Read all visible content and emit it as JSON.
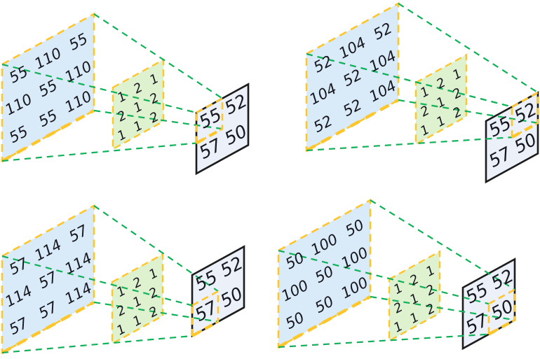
{
  "diagram": {
    "type": "convolution-receptive-field",
    "colors": {
      "input_fill": "#D9EAF8",
      "kernel_fill": "#DFF2CF",
      "output_fill": "#EBF0F9",
      "highlight": "#FFC629",
      "connector": "#0FB258",
      "outline_black": "#1C1C1C",
      "text": "#17171F"
    },
    "panels": [
      {
        "id": "top-left",
        "input": [
          [
            "55",
            "110",
            "55"
          ],
          [
            "110",
            "55",
            "110"
          ],
          [
            "55",
            "55",
            "110"
          ]
        ],
        "kernel": [
          [
            "1",
            "2",
            "1"
          ],
          [
            "2",
            "1",
            "2"
          ],
          [
            "1",
            "1",
            "2"
          ]
        ],
        "output": [
          [
            "55",
            "52"
          ],
          [
            "57",
            "50"
          ]
        ],
        "highlight": {
          "row": 0,
          "col": 0,
          "value": "55"
        }
      },
      {
        "id": "top-right",
        "input": [
          [
            "52",
            "104",
            "52"
          ],
          [
            "104",
            "52",
            "104"
          ],
          [
            "52",
            "52",
            "104"
          ]
        ],
        "kernel": [
          [
            "1",
            "2",
            "1"
          ],
          [
            "2",
            "1",
            "2"
          ],
          [
            "1",
            "1",
            "2"
          ]
        ],
        "output": [
          [
            "55",
            "52"
          ],
          [
            "57",
            "50"
          ]
        ],
        "highlight": {
          "row": 0,
          "col": 1,
          "value": "52"
        }
      },
      {
        "id": "bottom-left",
        "input": [
          [
            "57",
            "114",
            "57"
          ],
          [
            "114",
            "57",
            "114"
          ],
          [
            "57",
            "57",
            "114"
          ]
        ],
        "kernel": [
          [
            "1",
            "2",
            "1"
          ],
          [
            "2",
            "1",
            "2"
          ],
          [
            "1",
            "1",
            "2"
          ]
        ],
        "output": [
          [
            "55",
            "52"
          ],
          [
            "57",
            "50"
          ]
        ],
        "highlight": {
          "row": 1,
          "col": 0,
          "value": "57"
        }
      },
      {
        "id": "bottom-right",
        "input": [
          [
            "50",
            "100",
            "50"
          ],
          [
            "100",
            "50",
            "100"
          ],
          [
            "50",
            "50",
            "100"
          ]
        ],
        "kernel": [
          [
            "1",
            "2",
            "1"
          ],
          [
            "2",
            "1",
            "2"
          ],
          [
            "1",
            "1",
            "2"
          ]
        ],
        "output": [
          [
            "55",
            "52"
          ],
          [
            "57",
            "50"
          ]
        ],
        "highlight": {
          "row": 1,
          "col": 1,
          "value": "50"
        }
      }
    ]
  }
}
